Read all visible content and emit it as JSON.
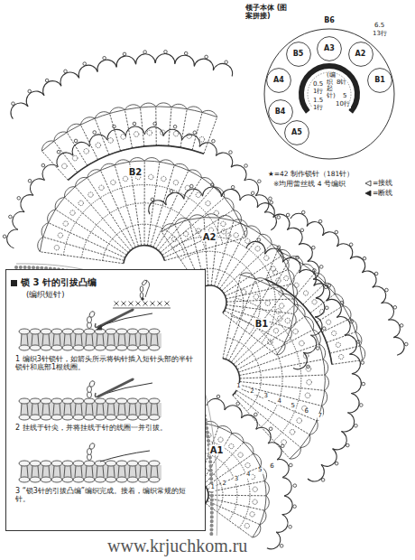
{
  "diagram": {
    "nodes": [
      {
        "text": [
          "领子本体 (图案拼接)"
        ]
      },
      {
        "text": [
          "A3"
        ],
        "in": 0
      },
      {
        "text": [
          "B5"
        ],
        "in": 0
      },
      {
        "text": [
          "A2"
        ],
        "in": 0
      },
      {
        "text": [
          "A4"
        ],
        "in": 0
      },
      {
        "text": [
          "B1"
        ],
        "in": 0
      },
      {
        "text": [
          "B4"
        ],
        "in": 0
      },
      {
        "text": [
          "A5"
        ],
        "in": 0
      },
      {
        "text": [
          "锁 3 针的引拔凸编",
          "(编织短针)",
          "1 编织3针锁针，如箭头所示将钩针插入短针头部的半针锁针和底部1根线圈。",
          "2 挂线于针尖，并将挂线于针的线圈一并引拔。",
          "3 “锁3针的引拔凸编”编织完成。接着，编织常规的短针。"
        ]
      }
    ],
    "labels": [
      "B6",
      "6.5",
      "13行",
      "0.5",
      "1行",
      "(编织起针)",
      "8针",
      "1.5",
      "1行",
      "5",
      "10行",
      "★=42 制作锁针（181针）",
      "※均用蕾丝线 4 号编织",
      "B2",
      "A2",
      "B1",
      "1",
      "2",
      "3",
      "4",
      "5",
      "6",
      "7",
      "A1",
      "1",
      "2",
      "3",
      "4",
      "5",
      "6",
      "www.krjuchkom.ru"
    ],
    "legend": [
      {
        "text": "=接线"
      },
      {
        "text": "=断线"
      }
    ]
  }
}
